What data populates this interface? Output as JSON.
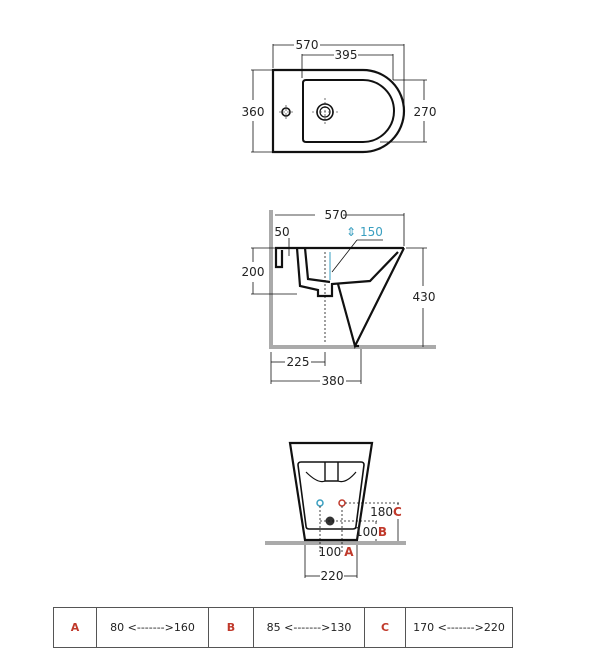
{
  "top_view": {
    "length": "570",
    "basin_length": "395",
    "width": "360",
    "basin_width": "270"
  },
  "side_view": {
    "length": "570",
    "tap_offset": "50",
    "adjust": "150",
    "rim_depth": "200",
    "height": "430",
    "drain_from_wall": "225",
    "pedestal_from_wall": "380"
  },
  "front_view": {
    "c_height": "180",
    "c_label": "C",
    "b_height": "100",
    "b_label": "B",
    "a_spacing": "100",
    "a_label": "A",
    "base_width": "220"
  },
  "table": [
    {
      "key": "A",
      "range": "80 <------->160"
    },
    {
      "key": "B",
      "range": "85 <------->130"
    },
    {
      "key": "C",
      "range": "170 <------->220"
    }
  ],
  "colors": {
    "accent_red": "#c0392b",
    "accent_blue": "#3a9fc0",
    "floor_gray": "#aaaaaa"
  }
}
